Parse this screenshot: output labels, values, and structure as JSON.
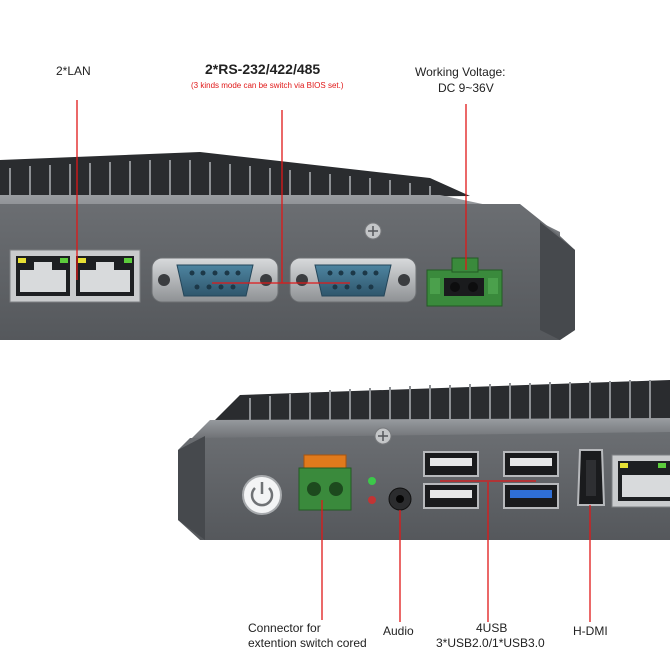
{
  "labels": {
    "lan": "2*LAN",
    "serial_title": "2*RS-232/422/485",
    "serial_note": "(3 kinds mode can be switch via BIOS set.)",
    "voltage_line1": "Working Voltage:",
    "voltage_line2": "DC 9~36V",
    "connector_line1": "Connector for",
    "connector_line2": "extention switch cored",
    "audio": "Audio",
    "usb_line1": "4USB",
    "usb_line2": "3*USB2.0/1*USB3.0",
    "hdmi": "H-DMI"
  },
  "colors": {
    "annotation": "#e01818",
    "chassis": "#5a5d61",
    "chassis_dark": "#2c2e31",
    "terminal_green": "#3a8a3c",
    "terminal_orange": "#e07a1c",
    "usb3_blue": "#2f6fd6",
    "db9_blue": "#3d6d86"
  },
  "icons": {
    "power": "power-icon",
    "screw": "screw-icon"
  }
}
